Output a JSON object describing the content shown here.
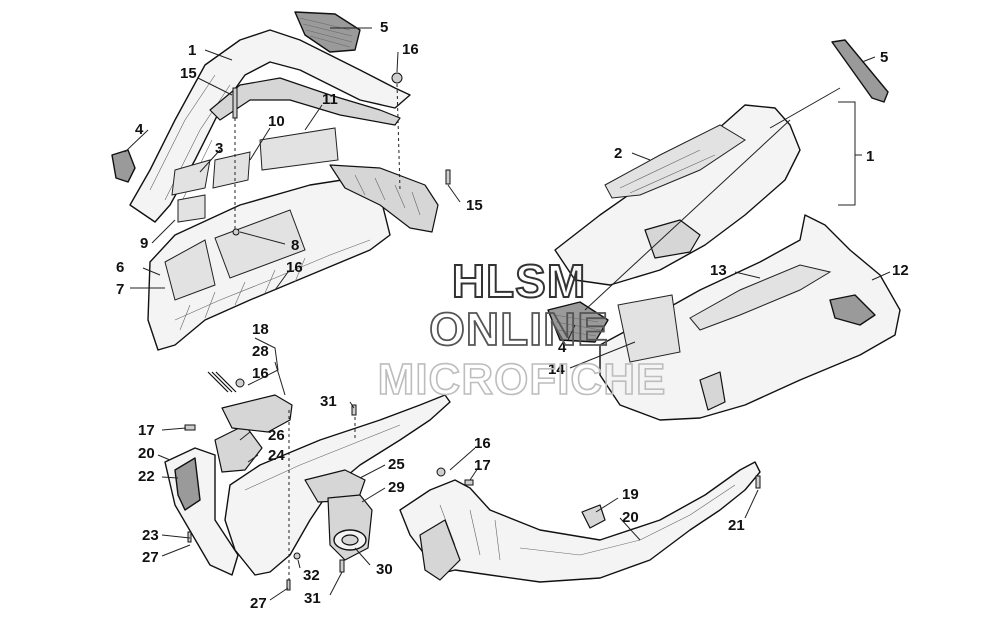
{
  "watermark": {
    "line1": "HLSM",
    "line2": "ONLINE",
    "line3": "MICROFICHE"
  },
  "callouts": [
    {
      "id": "c1a",
      "text": "1"
    },
    {
      "id": "c5a",
      "text": "5"
    },
    {
      "id": "c16a",
      "text": "16"
    },
    {
      "id": "c15a",
      "text": "15"
    },
    {
      "id": "c11",
      "text": "11"
    },
    {
      "id": "c10",
      "text": "10"
    },
    {
      "id": "c4a",
      "text": "4"
    },
    {
      "id": "c3",
      "text": "3"
    },
    {
      "id": "c15b",
      "text": "15"
    },
    {
      "id": "c9",
      "text": "9"
    },
    {
      "id": "c8",
      "text": "8"
    },
    {
      "id": "c6",
      "text": "6"
    },
    {
      "id": "c16b",
      "text": "16"
    },
    {
      "id": "c7",
      "text": "7"
    },
    {
      "id": "c5b",
      "text": "5"
    },
    {
      "id": "c2",
      "text": "2"
    },
    {
      "id": "c1b",
      "text": "1"
    },
    {
      "id": "c13",
      "text": "13"
    },
    {
      "id": "c12",
      "text": "12"
    },
    {
      "id": "c4b",
      "text": "4"
    },
    {
      "id": "c14",
      "text": "14"
    },
    {
      "id": "c18",
      "text": "18"
    },
    {
      "id": "c28",
      "text": "28"
    },
    {
      "id": "c16c",
      "text": "16"
    },
    {
      "id": "c31a",
      "text": "31"
    },
    {
      "id": "c17a",
      "text": "17"
    },
    {
      "id": "c26",
      "text": "26"
    },
    {
      "id": "c20a",
      "text": "20"
    },
    {
      "id": "c24",
      "text": "24"
    },
    {
      "id": "c22",
      "text": "22"
    },
    {
      "id": "c25",
      "text": "25"
    },
    {
      "id": "c29",
      "text": "29"
    },
    {
      "id": "c23",
      "text": "23"
    },
    {
      "id": "c27a",
      "text": "27"
    },
    {
      "id": "c32",
      "text": "32"
    },
    {
      "id": "c30",
      "text": "30"
    },
    {
      "id": "c27b",
      "text": "27"
    },
    {
      "id": "c31b",
      "text": "31"
    },
    {
      "id": "c16d",
      "text": "16"
    },
    {
      "id": "c17b",
      "text": "17"
    },
    {
      "id": "c19",
      "text": "19"
    },
    {
      "id": "c20b",
      "text": "20"
    },
    {
      "id": "c21",
      "text": "21"
    }
  ]
}
